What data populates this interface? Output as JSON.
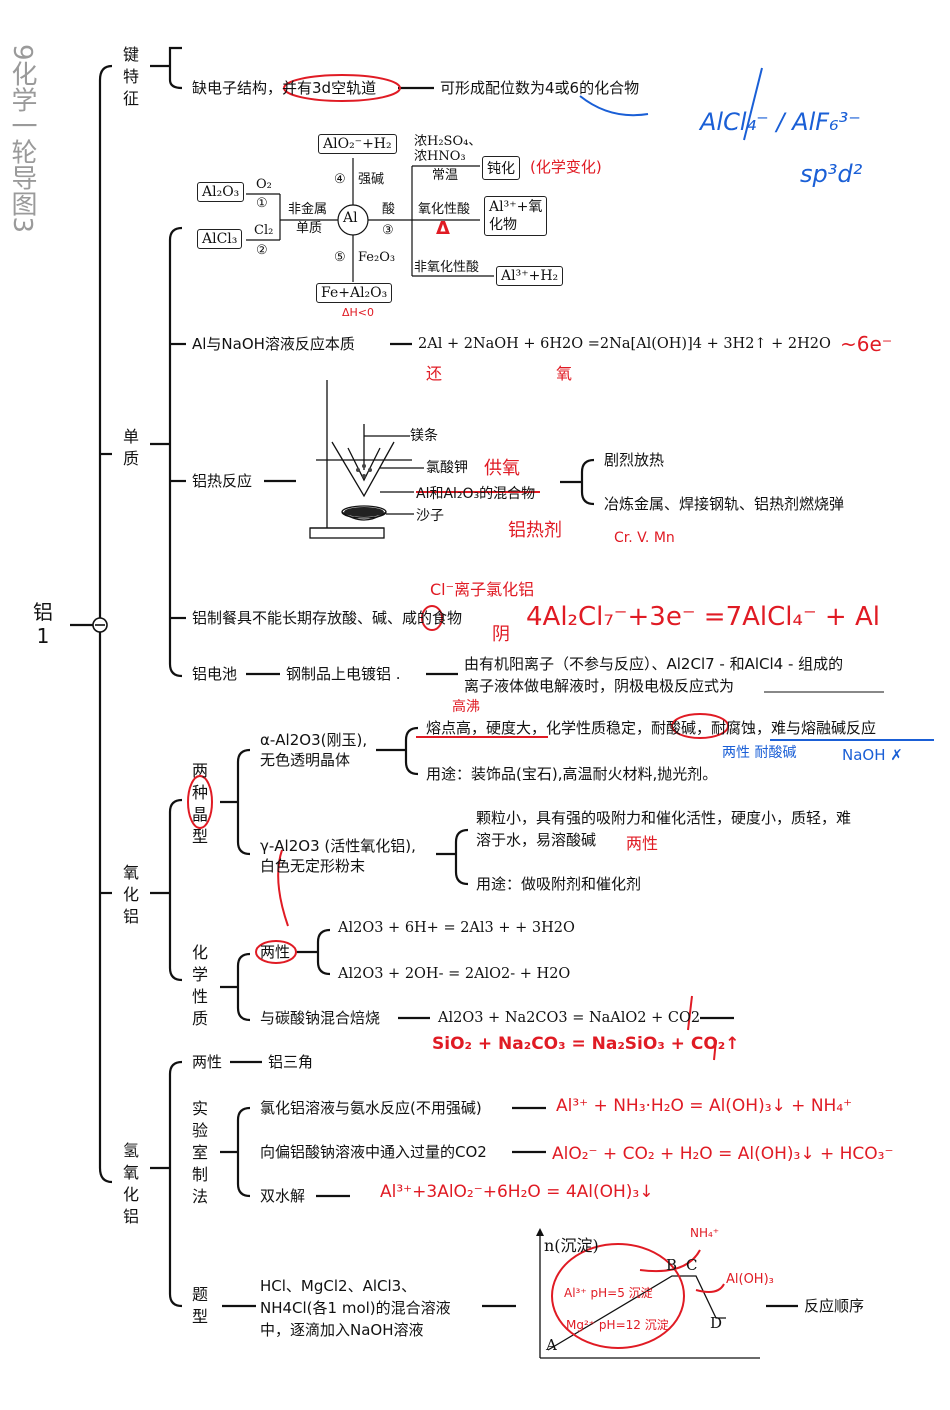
{
  "side_title": "9化学一轮导图3",
  "root": {
    "label": "铝",
    "number": "1"
  },
  "branches": {
    "bond": "键特征",
    "element": "单质",
    "oxide": "氧化铝",
    "hydroxide": "氢氧化铝"
  },
  "bond": {
    "row1": "缺电子结构，并有3d空轨道",
    "row1_right": "可形成配位数为4或6的化合物"
  },
  "reaction_diagram": {
    "center": "Al",
    "al2o3": "Al₂O₃",
    "alcl3": "AlCl₃",
    "o2": "O₂",
    "cl2": "Cl₂",
    "n1": "①",
    "n2": "②",
    "n3": "③",
    "n4": "④",
    "n5": "⑤",
    "nonmetal": "非金属",
    "single": "单质",
    "strong_base": "强碱",
    "alo2": "AlO₂⁻+H₂",
    "acid": "酸",
    "conc": "浓H₂SO₄、",
    "conc2": "浓HNO₃",
    "room_temp": "常温",
    "passivate": "钝化",
    "ox_acid": "氧化性酸",
    "al3_ox": "Al³⁺+氧",
    "al3_ox2": "化物",
    "nonox_acid": "非氧化性酸",
    "al3_h2": "Al³⁺+H₂",
    "fe2o3": "Fe₂O₃",
    "fe_al2o3": "Fe+Al₂O₃"
  },
  "element": {
    "naoh_label": "Al与NaOH溶液反应本质",
    "naoh_eq": "2Al + 2NaOH + 6H2O =2Na[Al(OH)]4 + 3H2↑  + 2H2O",
    "thermite": "铝热反应",
    "thermite_labels": [
      "镁条",
      "氯酸钾",
      "Al和Al₂O₃的混合物",
      "沙子"
    ],
    "thermite_r1": "剧烈放热",
    "thermite_r2": "冶炼金属、焊接钢轨、铝热剂燃烧弹",
    "cookware": "铝制餐具不能长期存放酸、碱、咸的食物",
    "battery": "铝电池",
    "battery_mid": "钢制品上电镀铝 .",
    "battery_q1": "由有机阳离子（不参与反应）、Al2Cl7 - 和AlCl4 - 组成的",
    "battery_q2": "离子液体做电解液时，阴极电极反应式为"
  },
  "oxide": {
    "two_crystal": "两种晶型",
    "alpha1": "α-Al2O3(刚玉),",
    "alpha2": "无色透明晶体",
    "alpha_p": "熔点高，硬度大，化学性质稳定，耐酸碱，耐腐蚀，难与熔融碱反应",
    "alpha_use": "用途：装饰品(宝石),高温耐火材料,抛光剂。",
    "gamma1": "γ-Al2O3 (活性氧化铝),",
    "gamma2": "白色无定形粉末",
    "gamma_p1": "颗粒小，具有强的吸附力和催化活性，硬度小，质轻，难",
    "gamma_p2": "溶于水，易溶酸碱",
    "gamma_use": "用途：做吸附剂和催化剂",
    "chem": "化学性质",
    "amph": "两性",
    "eq1": "Al2O3 + 6H+ = 2Al3 + + 3H2O",
    "eq2": "Al2O3 + 2OH- = 2AlO2- + H2O",
    "roast": "与碳酸钠混合焙烧",
    "roast_eq": "Al2O3 + Na2CO3 = NaAlO2 + CO2"
  },
  "hydroxide": {
    "amph": "两性",
    "triangle": "铝三角",
    "lab": "实验室制法",
    "lab1": "氯化铝溶液与氨水反应(不用强碱)",
    "lab2": "向偏铝酸钠溶液中通入过量的CO2",
    "lab3": "双水解",
    "question": "题型",
    "q1": "HCl、MgCl2、AlCl3、",
    "q2": "NH4Cl(各1 mol)的混合溶液",
    "q3": "中，逐滴加入NaOH溶液",
    "order": "反应顺序",
    "graph_y": "n(沉淀)",
    "pts": [
      "A",
      "B",
      "C",
      "D"
    ]
  },
  "notes": {
    "ions": "AlCl₄⁻ / AlF₆³⁻",
    "sp": "sp³d²",
    "passive_note": "(化学变化)",
    "delta": "Δ",
    "delta_h": "ΔH<0",
    "naoh_note": "~6e⁻",
    "reducer": "还",
    "oxidizer": "氧",
    "support": "供氧",
    "ignite": "铝热剂",
    "metals": "Cr. V. Mn",
    "chloride": "Cl⁻离子氯化铝",
    "cathode": "阴",
    "cathode_eq": "4Al₂Cl₇⁻+3e⁻ =7AlCl₄⁻ + Al",
    "high_mp": "高沸",
    "acid_base": "两性  耐酸碱",
    "naoh_x": "NaOH ✗",
    "gamma_note": "两性",
    "sio2": "SiO₂ + Na₂CO₃ = Na₂SiO₃ + CO₂↑",
    "aq1": "Al³⁺ + NH₃·H₂O = Al(OH)₃↓ + NH₄⁺",
    "aq2": "AlO₂⁻ + CO₂ + H₂O = Al(OH)₃↓ + HCO₃⁻",
    "aq3": "Al³⁺+3AlO₂⁻+6H₂O = 4Al(OH)₃↓",
    "nh4": "NH₄⁺",
    "aloh3": "Al(OH)₃",
    "g1": "Al³⁺ pH=5 沉淀",
    "g2": "Mg²⁺ pH=12 沉淀"
  }
}
